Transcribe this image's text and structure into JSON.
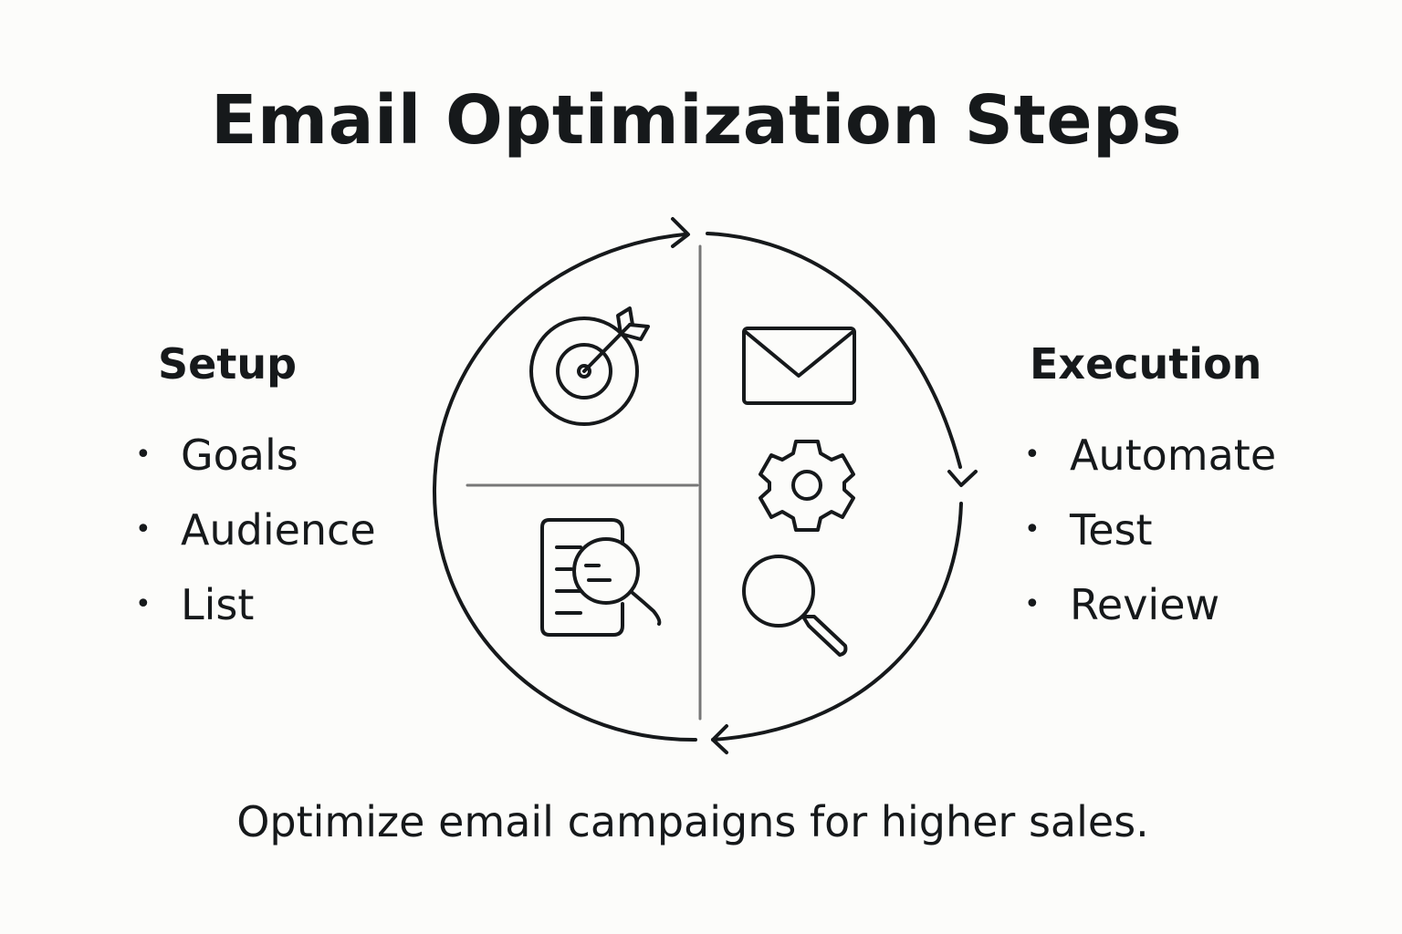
{
  "title": "Email Optimization Steps",
  "setup": {
    "heading": "Setup",
    "items": [
      "Goals",
      "Audience",
      "List"
    ]
  },
  "execution": {
    "heading": "Execution",
    "items": [
      "Automate",
      "Test",
      "Review"
    ]
  },
  "bullet": "•",
  "icons": {
    "quadrant_top_left": "target-icon",
    "quadrant_bottom_left": "document-search-icon",
    "quadrant_top_right": "envelope-icon",
    "quadrant_middle_right": "gear-icon",
    "quadrant_bottom_right": "magnifier-icon"
  },
  "colors": {
    "background": "#fcfcfa",
    "ink": "#16191b",
    "divider": "#777777"
  },
  "footer": "Optimize email campaigns for higher sales."
}
